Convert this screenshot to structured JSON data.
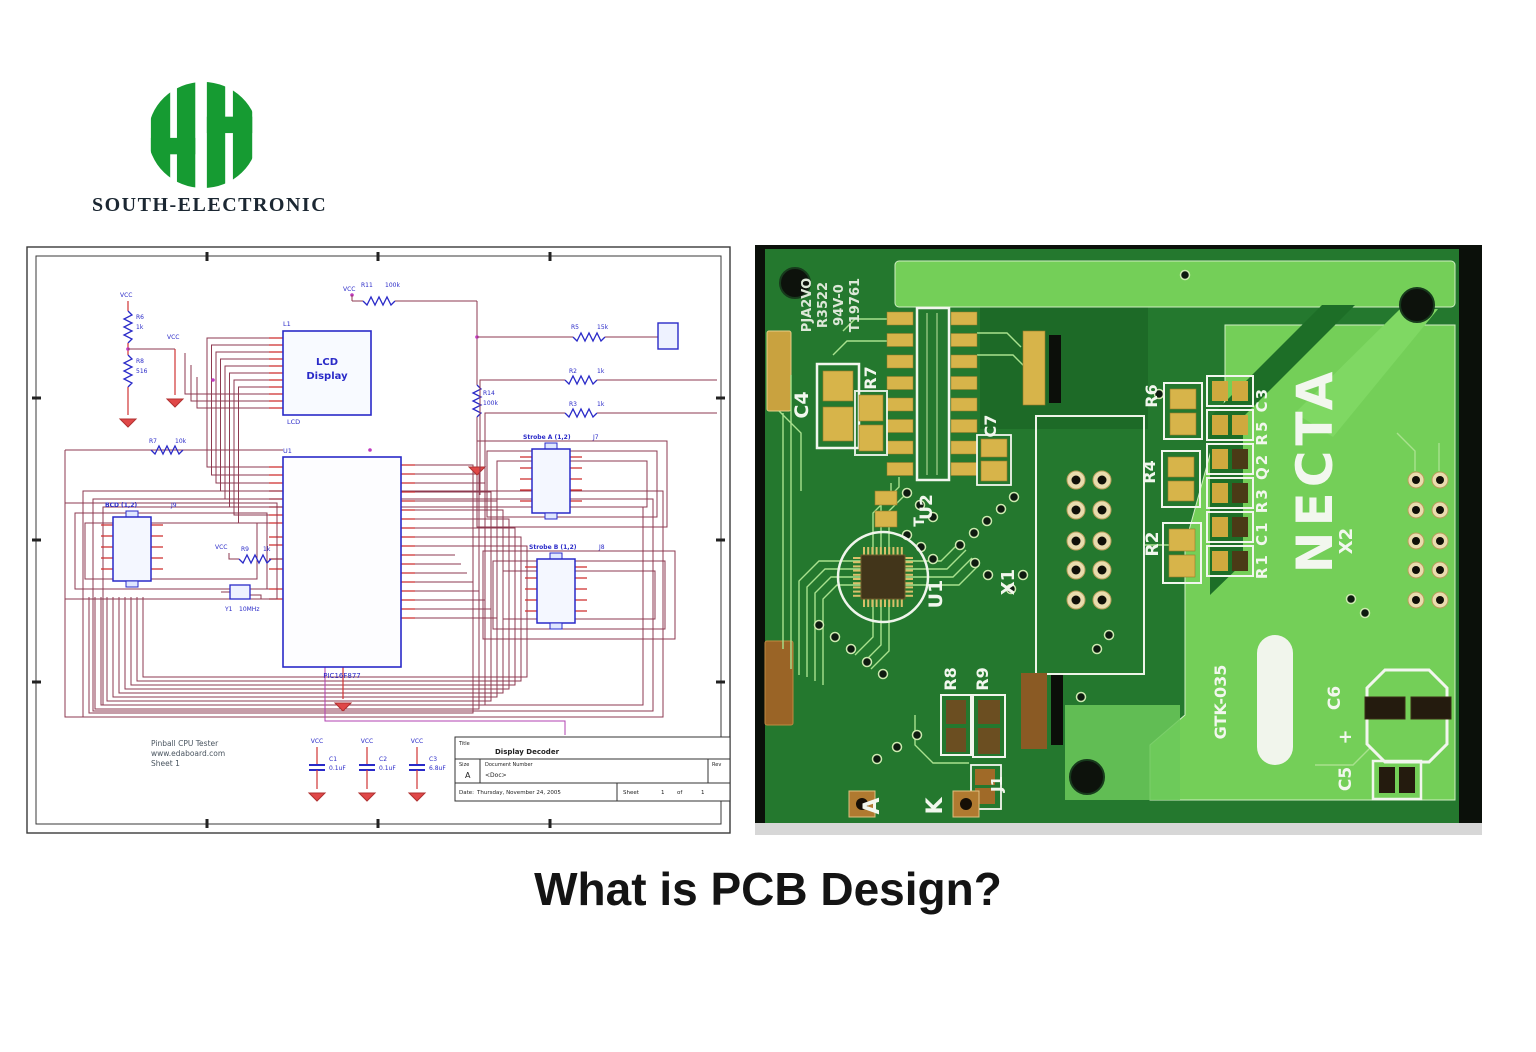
{
  "brand": {
    "name": "SOUTH-ELECTRONIC"
  },
  "heading": {
    "title": "What is PCB Design?"
  },
  "schematic": {
    "power_net": "VCC",
    "lcd": {
      "ref": "L1",
      "line1": "LCD",
      "line2": "Display",
      "sub": "LCD"
    },
    "mcu": {
      "ref": "U1",
      "part": "PIC16F877"
    },
    "connectors": {
      "strobe_a": {
        "name": "Strobe A (1,2)",
        "ref": "J7"
      },
      "strobe_b": {
        "name": "Strobe B (1,2)",
        "ref": "J8"
      },
      "bcd": {
        "name": "BCD (1,2)",
        "ref": "J9"
      }
    },
    "resistors": {
      "r11": {
        "ref": "R11",
        "value": "100k"
      },
      "r14": {
        "ref": "R14",
        "value": "100k"
      },
      "r5": {
        "ref": "R5",
        "value": "15k"
      },
      "r2": {
        "ref": "R2",
        "value": "1k"
      },
      "r3": {
        "ref": "R3",
        "value": "1k"
      },
      "r6": {
        "ref": "R6",
        "value": "1k"
      },
      "r8": {
        "ref": "R8",
        "value": "516"
      },
      "r7": {
        "ref": "R7",
        "value": "10k"
      },
      "r9": {
        "ref": "R9",
        "value": "1k"
      }
    },
    "capacitors": {
      "c1": {
        "ref": "C1",
        "value": "0.1uF"
      },
      "c2": {
        "ref": "C2",
        "value": "0.1uF"
      },
      "c3": {
        "ref": "C3",
        "value": "6.8uF"
      }
    },
    "crystal": {
      "ref": "Y1",
      "value": "10MHz"
    },
    "notes": {
      "line1": "Pinball CPU Tester",
      "line2": "www.edaboard.com",
      "line3": "Sheet 1"
    },
    "title_block": {
      "title_label": "Title",
      "title": "Display Decoder",
      "size_label": "Size",
      "size": "A",
      "doc_label": "Document Number",
      "doc": "<Doc>",
      "rev_label": "Rev",
      "date_label": "Date:",
      "date": "Thursday, November 24, 2005",
      "sheet_label": "Sheet",
      "sheet_num": "1",
      "of_label": "of",
      "sheet_total": "1"
    }
  },
  "pcb": {
    "marking": {
      "line1": "PJA2VO",
      "line2": "R3522",
      "line3": "94V-0",
      "line4": "T19761"
    },
    "silkscreen": {
      "c4": "C4",
      "r7": "R7",
      "u2": "U2",
      "c7": "C7",
      "u1": "U1",
      "t": "T",
      "x1": "X1",
      "r6": "R6",
      "r4": "R4",
      "r2": "R2",
      "component_column": "R1 C1 R3 Q2 R5 C3",
      "necta": "NECTA",
      "x2": "X2",
      "gtk": "GTK-035",
      "r8": "R8",
      "r9": "R9",
      "j1": "J1",
      "a": "A",
      "k": "K",
      "c6": "C6",
      "c6_plus": "+",
      "c5": "C5"
    },
    "colors": {
      "board_dark": "#24782e",
      "board_light": "#74cf58",
      "gold": "#d7b44a",
      "silk": "#f2f7ee"
    }
  }
}
